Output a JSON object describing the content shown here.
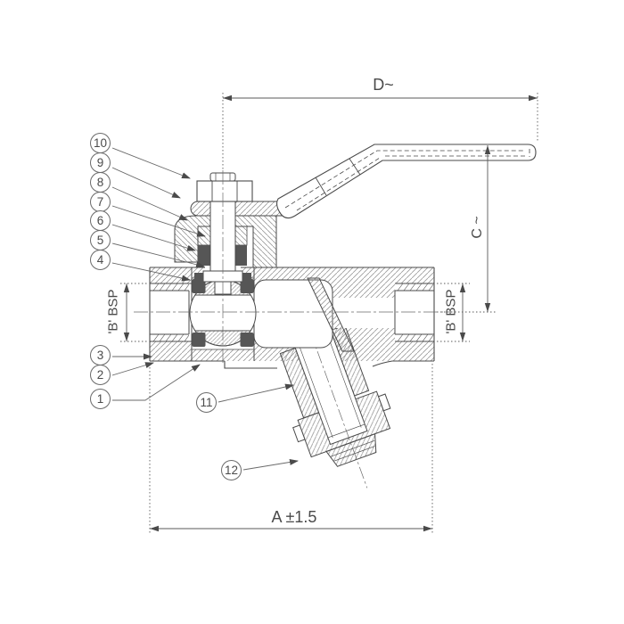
{
  "drawing": {
    "kind": "sectioned valve general-arrangement drawing",
    "colors": {
      "line": "#4a4a4a",
      "hatch": "#9a9a9a",
      "seal_fill": "#565656",
      "background": "#ffffff"
    },
    "dimensions": {
      "top_width": {
        "label": "D~"
      },
      "handle_height": {
        "label": "C ~"
      },
      "left_port": {
        "label": "'B' BSP"
      },
      "right_port": {
        "label": "'B' BSP"
      },
      "overall_length": {
        "label": "A ±1.5"
      }
    },
    "callouts": [
      {
        "label": "1"
      },
      {
        "label": "2"
      },
      {
        "label": "3"
      },
      {
        "label": "4"
      },
      {
        "label": "5"
      },
      {
        "label": "6"
      },
      {
        "label": "7"
      },
      {
        "label": "8"
      },
      {
        "label": "9"
      },
      {
        "label": "10"
      },
      {
        "label": "11"
      },
      {
        "label": "12"
      }
    ]
  }
}
